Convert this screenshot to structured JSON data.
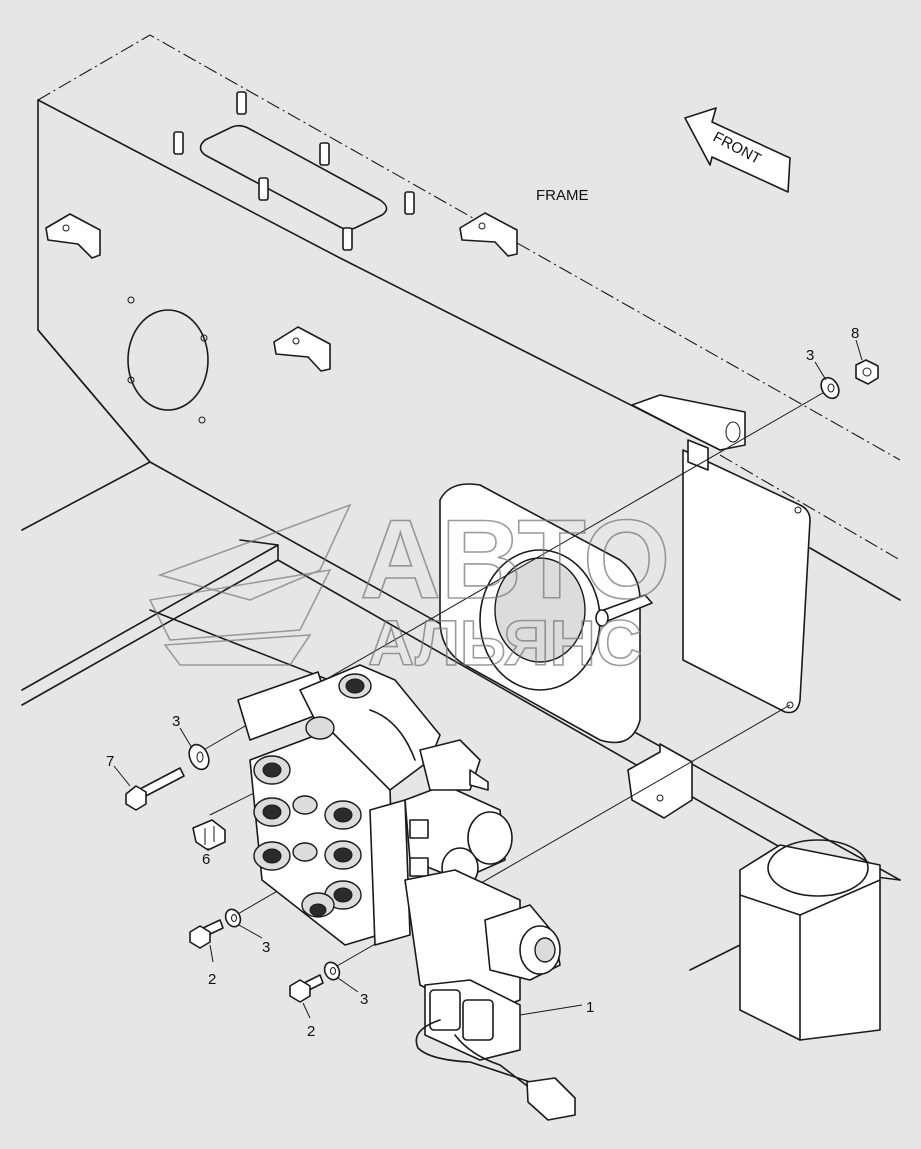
{
  "labels": {
    "frame": "FRAME",
    "front": "FRONT"
  },
  "callouts": {
    "valve": "1",
    "bolt_lower_a": "2",
    "bolt_lower_b": "2",
    "washer_upper_right": "3",
    "washer_left": "3",
    "washer_lower_a": "3",
    "washer_lower_b": "3",
    "clip": "6",
    "long_bolt": "7",
    "nut": "8"
  },
  "watermark": {
    "line1": "АВТО",
    "line2": "АЛЬЯНС"
  }
}
